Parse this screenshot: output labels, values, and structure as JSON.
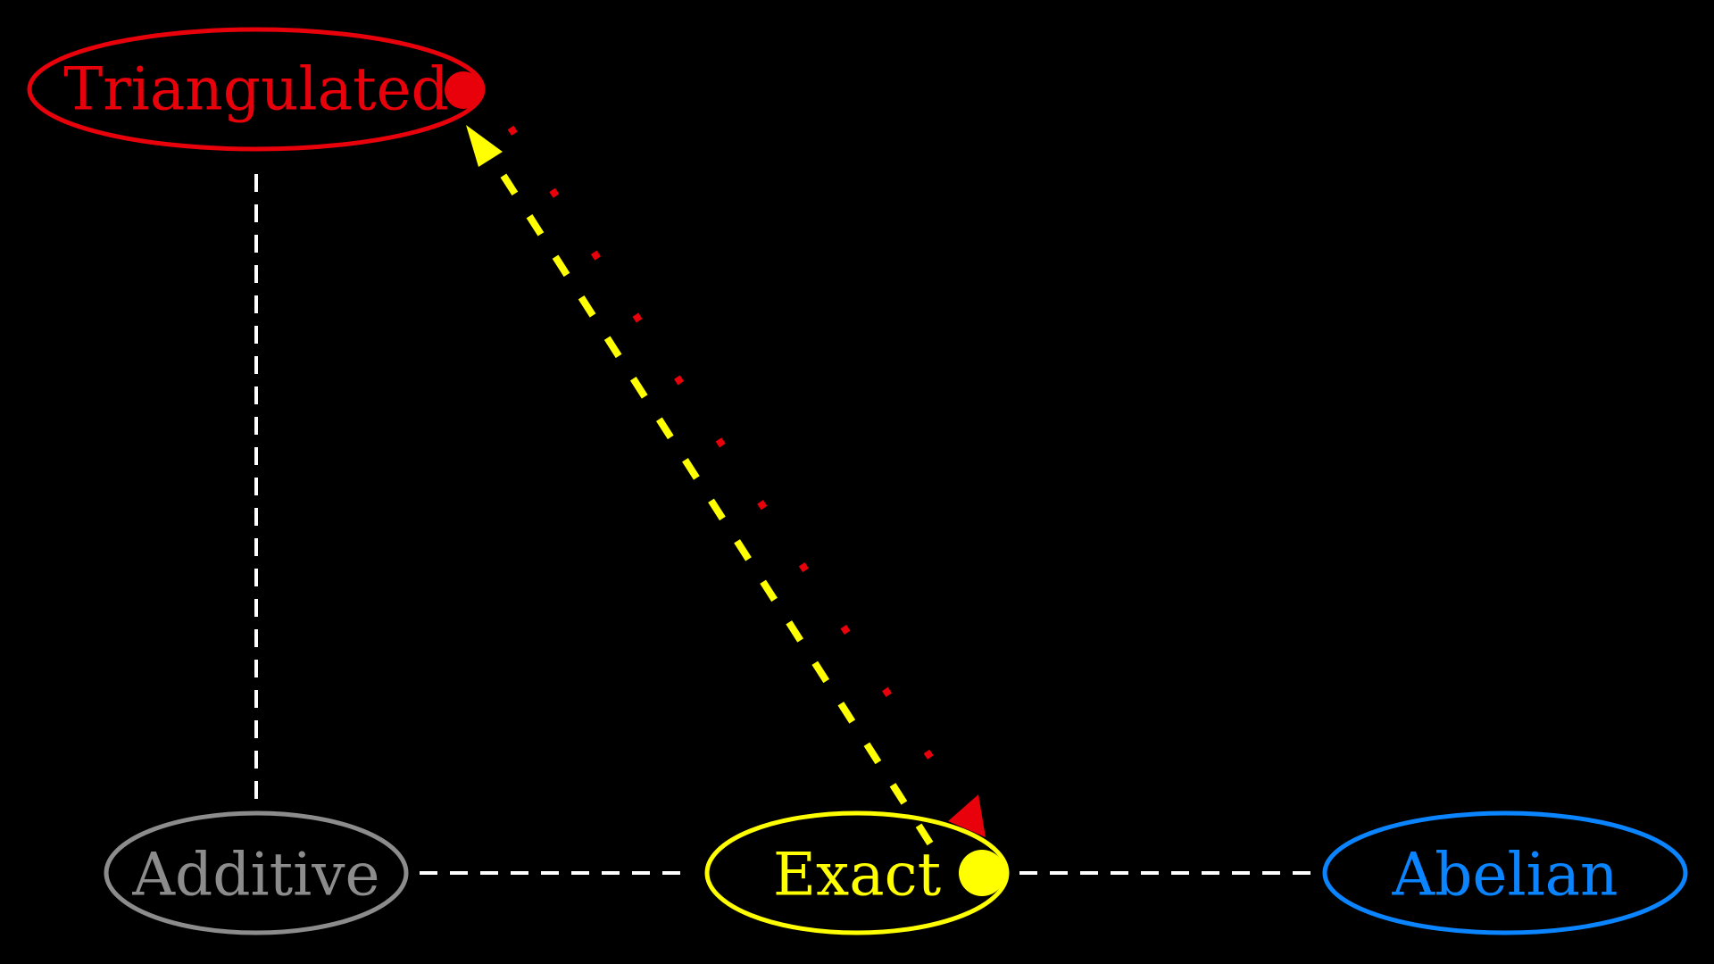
{
  "nodes": {
    "triangulated": {
      "label": "Triangulated",
      "color": "#e8000b"
    },
    "additive": {
      "label": "Additive",
      "color": "#8c8c8c"
    },
    "exact": {
      "label": "Exact",
      "color": "#ffff00"
    },
    "abelian": {
      "label": "Abelian",
      "color": "#0a84ff"
    }
  },
  "edges": [
    {
      "from": "triangulated",
      "to": "additive",
      "style": "dashed",
      "color": "#ffffff"
    },
    {
      "from": "additive",
      "to": "exact",
      "style": "dashed",
      "color": "#ffffff"
    },
    {
      "from": "exact",
      "to": "abelian",
      "style": "dashed",
      "color": "#ffffff"
    },
    {
      "from": "exact",
      "to": "triangulated",
      "style": "dashed-arrow",
      "color": "#ffff00"
    },
    {
      "from": "triangulated",
      "to": "exact",
      "style": "dotted-arrow",
      "color": "#e8000b"
    }
  ],
  "colors": {
    "background": "#000000",
    "edge": "#ffffff"
  }
}
